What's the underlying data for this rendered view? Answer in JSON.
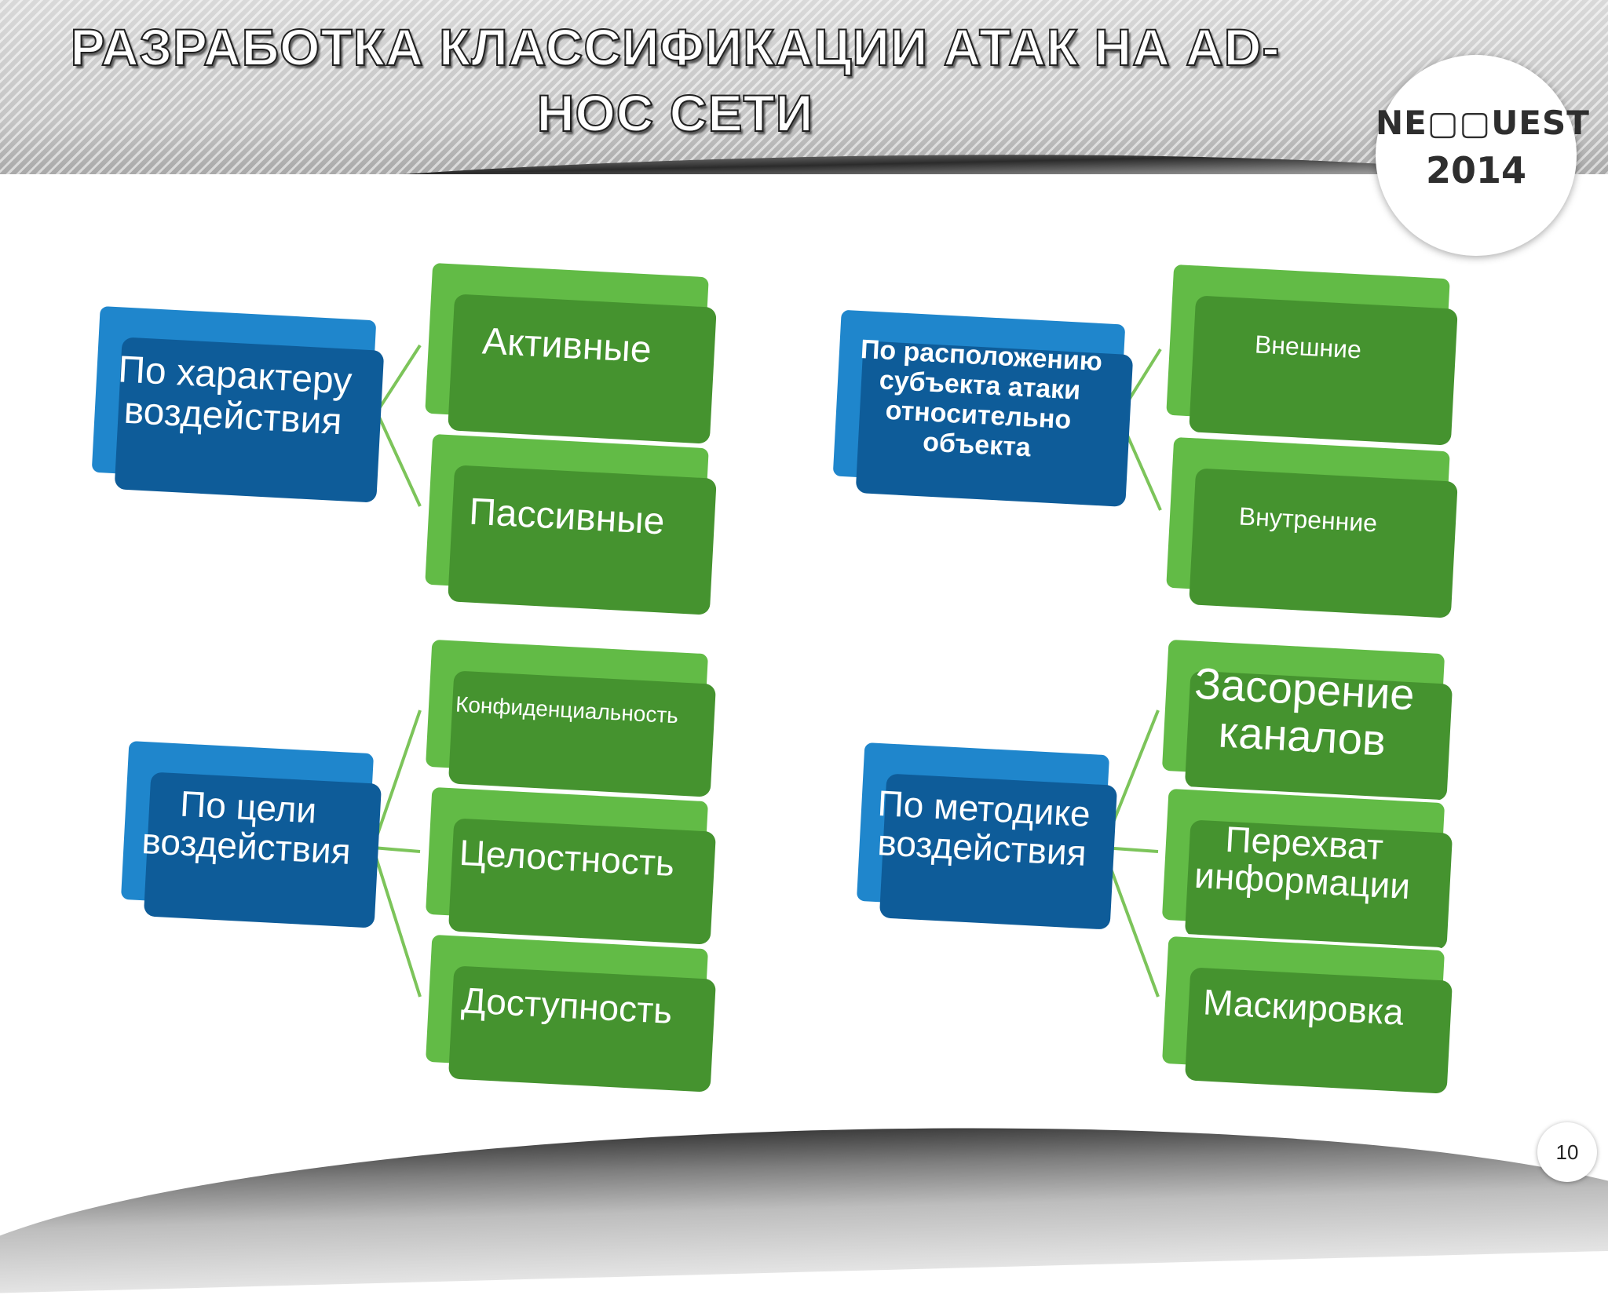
{
  "header": {
    "title_line1": "РАЗРАБОТКА КЛАССИФИКАЦИИ АТАК НА AD-",
    "title_line2": "НОС СЕТИ"
  },
  "logo": {
    "word": "NE▢▢UEST",
    "year": "2014"
  },
  "page_number": "10",
  "groups": [
    {
      "label": "По характеру воздействия",
      "items": [
        "Активные",
        "Пассивные"
      ]
    },
    {
      "label": "По расположению субъекта атаки относительно объекта",
      "items": [
        "Внешние",
        "Внутренние"
      ]
    },
    {
      "label": "По цели воздействия",
      "items": [
        "Конфиденциальность",
        "Целостность",
        "Доступность"
      ]
    },
    {
      "label": "По методике воздействия",
      "items": [
        "Засорение каналов",
        "Перехват информации",
        "Маскировка"
      ]
    }
  ],
  "colors": {
    "category_box": "#1f86cc",
    "item_box": "#62bb46",
    "connector": "#7cc45a"
  }
}
